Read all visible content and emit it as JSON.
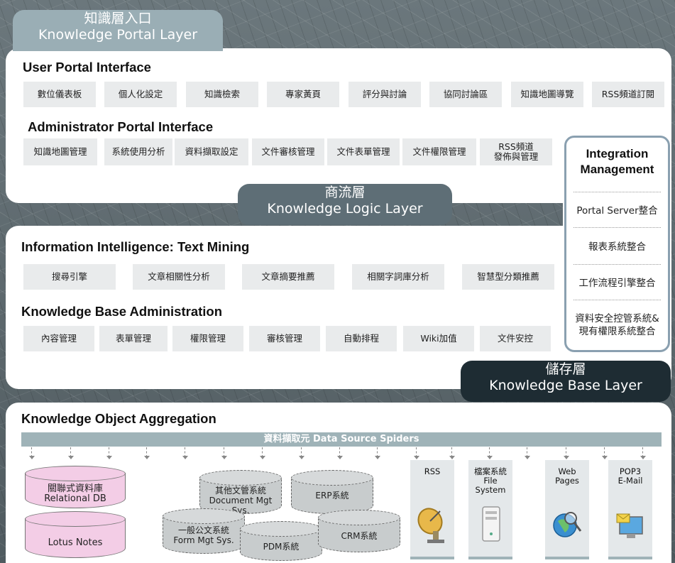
{
  "portal": {
    "tab_zh": "知識層入口",
    "tab_en": "Knowledge Portal Layer",
    "user_title": "User Portal Interface",
    "user_items": [
      "數位儀表板",
      "個人化設定",
      "知識檢索",
      "專家黃頁",
      "評分與討論",
      "協同討論區",
      "知識地圖導覽",
      "RSS頻道訂閱"
    ],
    "admin_title": "Administrator Portal Interface",
    "admin_items": [
      "知識地圖管理",
      "系統使用分析",
      "資料擷取設定",
      "文件審核管理",
      "文件表單管理",
      "文件權限管理",
      "RSS頻道\n發佈與管理"
    ]
  },
  "logic": {
    "tab_zh": "商流層",
    "tab_en": "Knowledge Logic Layer",
    "mining_title": "Information Intelligence: Text Mining",
    "mining_items": [
      "搜尋引擎",
      "文章相關性分析",
      "文章摘要推薦",
      "相關字詞庫分析",
      "智慧型分類推薦"
    ],
    "kb_title": "Knowledge Base Administration",
    "kb_items": [
      "內容管理",
      "表單管理",
      "權限管理",
      "審核管理",
      "自動排程",
      "Wiki加值",
      "文件安控"
    ]
  },
  "integration": {
    "title": "Integration\nManagement",
    "items": [
      "Portal Server整合",
      "報表系統整合",
      "工作流程引擎整合",
      "資料安全控管系統&\n現有權限系統整合"
    ]
  },
  "base": {
    "tab_zh": "儲存層",
    "tab_en": "Knowledge Base Layer",
    "agg_title": "Knowledge Object Aggregation",
    "spider_label": "資料擷取元  Data Source Spiders",
    "pink_dbs": [
      "關聯式資料庫\nRelational DB",
      "Lotus Notes"
    ],
    "gray_dbs": [
      "其他文管系統\nDocument Mgt Sys.",
      "ERP系統",
      "一般公文系統\nForm Mgt Sys.",
      "PDM系統",
      "CRM系統"
    ],
    "sources": [
      {
        "label": "RSS",
        "icon": "satellite-dish-icon"
      },
      {
        "label": "檔案系統\nFile System",
        "icon": "server-tower-icon"
      },
      {
        "label": "Web Pages",
        "icon": "globe-magnifier-icon"
      },
      {
        "label": "POP3\nE-Mail",
        "icon": "email-monitor-icon"
      }
    ]
  },
  "colors": {
    "tab_light": "#9aaeb5",
    "tab_mid": "#5e6e76",
    "tab_dark": "#1e2c33",
    "pink": "#f3cde6",
    "gray_db": "#c8cccd",
    "spider_bar": "#9fb3b8"
  }
}
